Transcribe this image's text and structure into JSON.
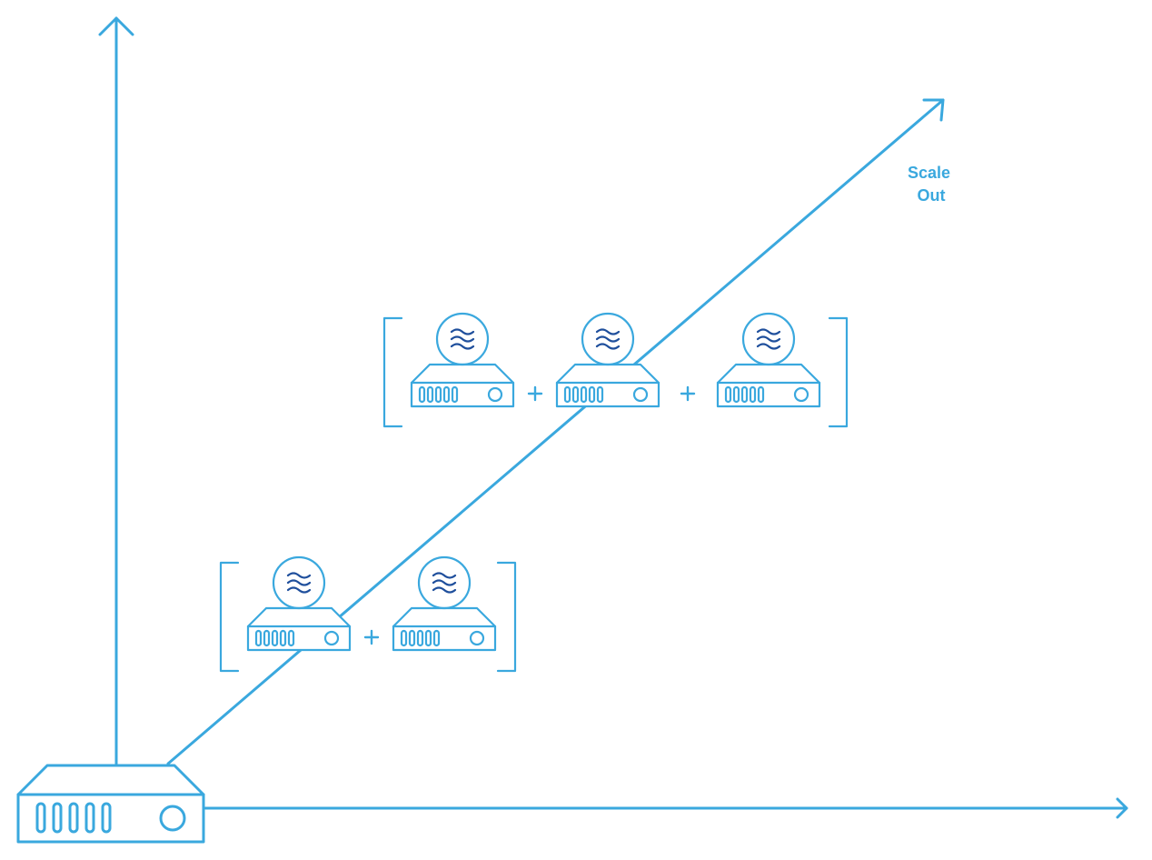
{
  "diagram": {
    "scale_out_label_line1": "Scale",
    "scale_out_label_line2": "Out",
    "plus_symbol": "+",
    "colors": {
      "accent": "#3aa8de",
      "wave": "#1f4f9c",
      "background": "#ffffff"
    },
    "icons": {
      "base_server": "server-icon",
      "node": "database-node-icon",
      "wave": "waves-icon"
    },
    "groups": [
      {
        "name": "two-node-cluster",
        "node_count": 2
      },
      {
        "name": "three-node-cluster",
        "node_count": 3
      }
    ]
  }
}
